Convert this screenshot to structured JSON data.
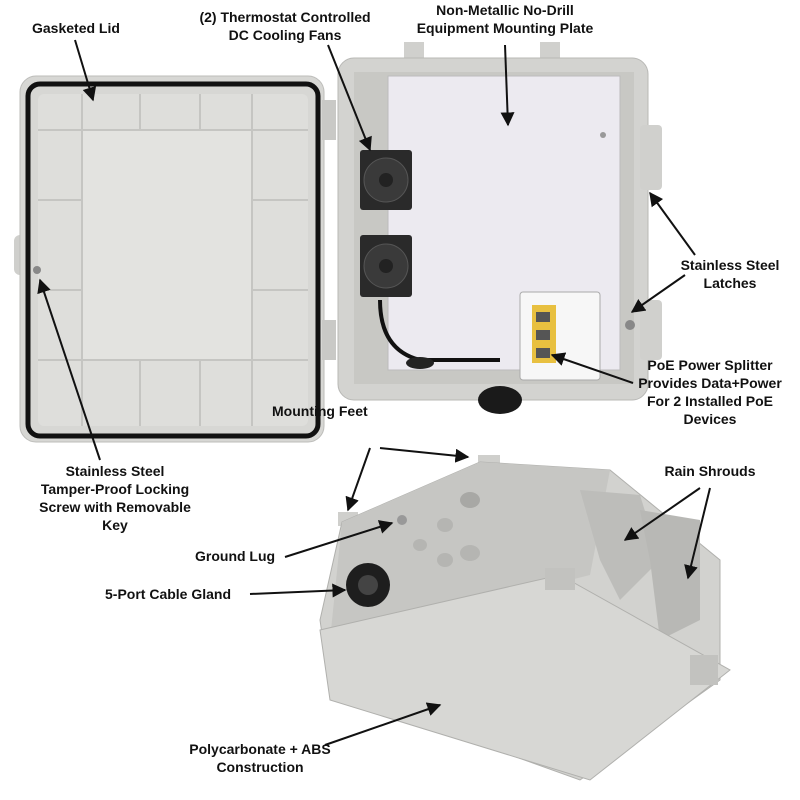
{
  "labels": {
    "gasketed_lid": "Gasketed Lid",
    "fans": [
      "(2) Thermostat Controlled",
      "DC Cooling Fans"
    ],
    "plate": [
      "Non-Metallic No-Drill",
      "Equipment Mounting Plate"
    ],
    "latches": [
      "Stainless Steel",
      "Latches"
    ],
    "poe": [
      "PoE Power Splitter",
      "Provides Data+Power",
      "For 2 Installed PoE",
      "Devices"
    ],
    "mounting_feet": "Mounting Feet",
    "rain_shrouds": "Rain Shrouds",
    "locking_screw": [
      "Stainless Steel",
      "Tamper-Proof Locking",
      "Screw with Removable",
      "Key"
    ],
    "ground_lug": "Ground Lug",
    "cable_gland": "5-Port Cable Gland",
    "construction": [
      "Polycarbonate + ABS",
      "Construction"
    ]
  },
  "colors": {
    "enclosure": "#d9d9d6",
    "plate": "#eceaf0",
    "gasket": "#111111",
    "fan": "#2a2a2a"
  }
}
